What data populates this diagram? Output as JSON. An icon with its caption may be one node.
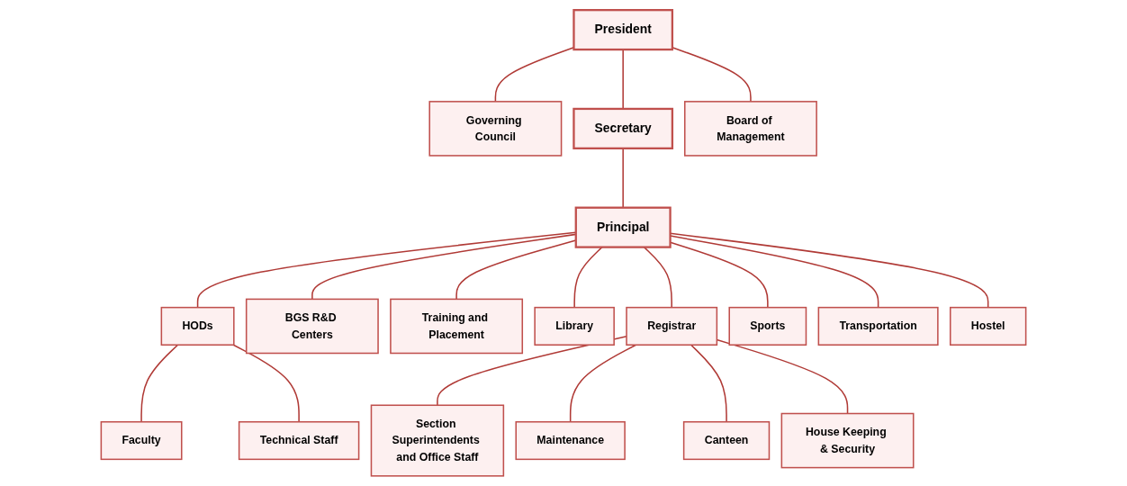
{
  "diagram": {
    "nodes": [
      {
        "text": [
          "President"
        ]
      },
      {
        "text": [
          "Governing Council"
        ]
      },
      {
        "text": [
          "Secretary"
        ]
      },
      {
        "text": [
          "Board of Management"
        ]
      },
      {
        "text": [
          "Principal"
        ]
      },
      {
        "text": [
          "HODs"
        ]
      },
      {
        "text": [
          "BGS R&D Centers"
        ]
      },
      {
        "text": [
          "Training and Placement"
        ]
      },
      {
        "text": [
          "Library"
        ]
      },
      {
        "text": [
          "Registrar"
        ]
      },
      {
        "text": [
          "Sports"
        ]
      },
      {
        "text": [
          "Transportation"
        ]
      },
      {
        "text": [
          "Hostel"
        ]
      },
      {
        "text": [
          "Faculty"
        ]
      },
      {
        "text": [
          "Technical Staff"
        ]
      },
      {
        "text": [
          "Section Superintendents and Office Staff"
        ]
      },
      {
        "text": [
          "Maintenance"
        ]
      },
      {
        "text": [
          "Canteen"
        ]
      },
      {
        "text": [
          "House Keeping & Security"
        ]
      }
    ],
    "edges": [
      {
        "from": 0,
        "to": 1,
        "arrow": "none"
      },
      {
        "from": 0,
        "to": 2,
        "arrow": "none"
      },
      {
        "from": 0,
        "to": 3,
        "arrow": "none"
      },
      {
        "from": 2,
        "to": 4,
        "arrow": "none"
      },
      {
        "from": 4,
        "to": 5,
        "arrow": "none"
      },
      {
        "from": 4,
        "to": 6,
        "arrow": "none"
      },
      {
        "from": 4,
        "to": 7,
        "arrow": "none"
      },
      {
        "from": 4,
        "to": 8,
        "arrow": "none"
      },
      {
        "from": 4,
        "to": 9,
        "arrow": "none"
      },
      {
        "from": 4,
        "to": 10,
        "arrow": "none"
      },
      {
        "from": 4,
        "to": 11,
        "arrow": "none"
      },
      {
        "from": 4,
        "to": 12,
        "arrow": "none"
      },
      {
        "from": 5,
        "to": 13,
        "arrow": "none"
      },
      {
        "from": 5,
        "to": 14,
        "arrow": "none"
      },
      {
        "from": 9,
        "to": 15,
        "arrow": "none"
      },
      {
        "from": 9,
        "to": 16,
        "arrow": "none"
      },
      {
        "from": 9,
        "to": 17,
        "arrow": "none"
      },
      {
        "from": 9,
        "to": 18,
        "arrow": "none"
      }
    ]
  }
}
